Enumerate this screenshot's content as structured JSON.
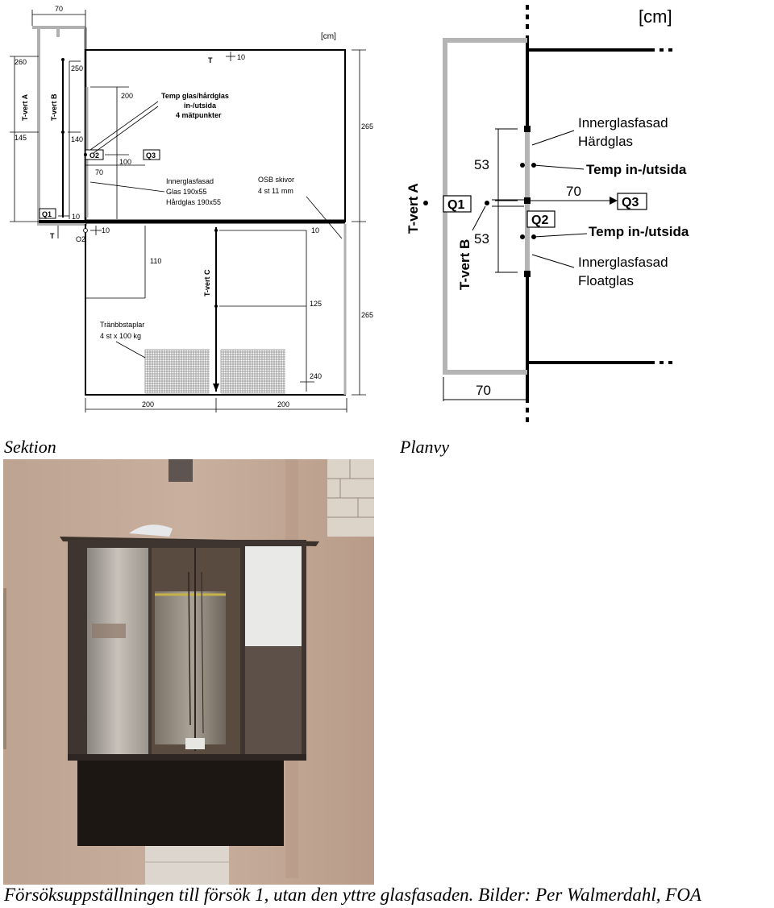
{
  "section": {
    "unit": "[cm]",
    "dim_top_width": "70",
    "dim_260": "260",
    "dim_145": "145",
    "dim_250": "250",
    "dim_140": "140",
    "dim_10_top": "10",
    "dim_200_diag": "200",
    "dim_100": "100",
    "dim_70": "70",
    "dim_265_top": "265",
    "dim_265_bottom": "265",
    "dim_110": "110",
    "dim_10_right": "10",
    "dim_125": "125",
    "dim_240": "240",
    "dim_200_left": "200",
    "dim_200_right": "200",
    "dim_10_bottom": "10",
    "dim_10_q1": "10",
    "label_tvert_a": "T-vert A",
    "label_tvert_b": "T-vert B",
    "label_tvert_c": "T-vert C",
    "label_t_top": "T",
    "label_t_bottom": "T",
    "label_o2_bottom": "O2",
    "box_q1": "Q1",
    "box_o2": "O2",
    "box_q3": "Q3",
    "note_temp_1": "Temp glas/hårdglas",
    "note_temp_2": "in-/utsida",
    "note_temp_3": "4 mätpunkter",
    "note_inner_1": "Innerglasfasad",
    "note_inner_2": "Glas 190x55",
    "note_inner_3": "Hårdglas 190x55",
    "note_osb_1": "OSB skivor",
    "note_osb_2": "4 st 11 mm",
    "note_weights_1": "Tränbbstaplar",
    "note_weights_2": "4 st x 100 kg"
  },
  "plan": {
    "unit": "[cm]",
    "dim_53_top": "53",
    "dim_53_bottom": "53",
    "dim_70_arrow": "70",
    "dim_70_bottom": "70",
    "label_tvert_a": "T-vert A",
    "label_tvert_b": "T-vert B",
    "box_q1": "Q1",
    "box_q2": "Q2",
    "box_q3": "Q3",
    "note_temp_top": "Temp in-/utsida",
    "note_temp_bottom": "Temp in-/utsida",
    "note_inner_top_1": "Innerglasfasad",
    "note_inner_top_2": "Härdglas",
    "note_inner_bottom_1": "Innerglasfasad",
    "note_inner_bottom_2": "Floatglas"
  },
  "captions": {
    "sektion": "Sektion",
    "planvy": "Planvy",
    "figure": "Försöksuppställningen till försök 1, utan den yttre glasfasaden. Bilder: Per Walmerdahl, FOA"
  }
}
